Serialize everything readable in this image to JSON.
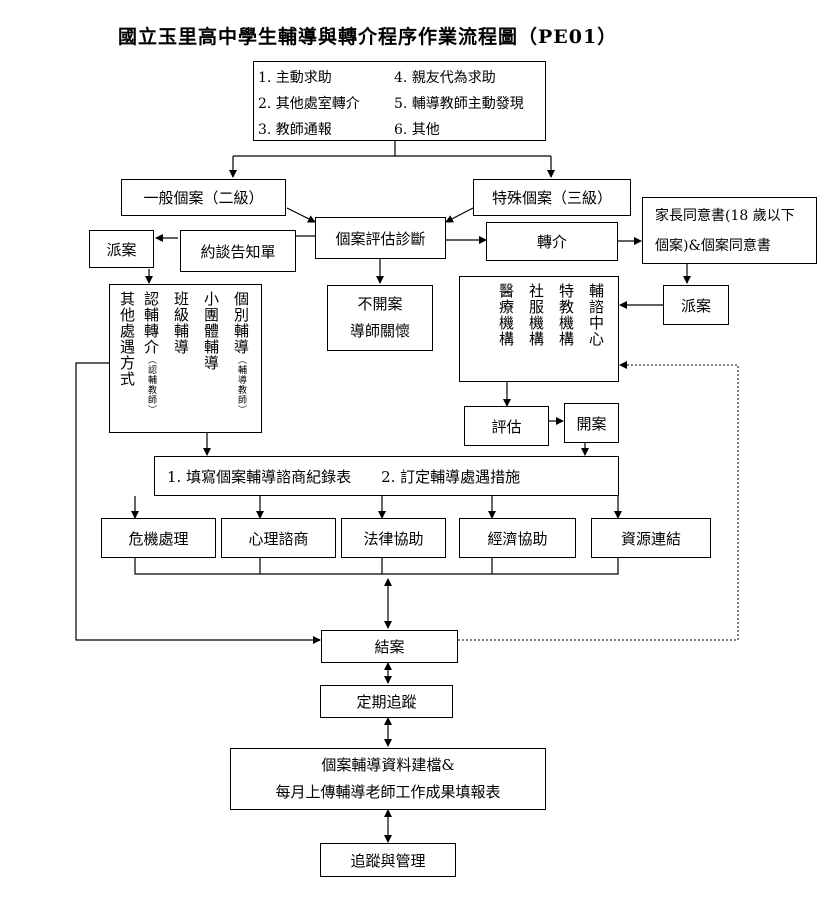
{
  "title": "國立玉里高中學生輔導與轉介程序作業流程圖（PE01）",
  "sources": [
    "1. 主動求助",
    "4. 親友代為求助",
    "2. 其他處室轉介",
    "5. 輔導教師主動發現",
    "3. 教師通報",
    "6. 其他"
  ],
  "general_case": "一般個案（二級）",
  "special_case": "特殊個案（三級）",
  "assessment": "個案評估診斷",
  "referral": "轉介",
  "consent": [
    "家長同意書(18 歲以下",
    "個案)&個案同意書"
  ],
  "dispatch_left": "派案",
  "dispatch_right": "派案",
  "notice": "約談告知單",
  "no_case": [
    "不開案",
    "導師關懷"
  ],
  "methods": [
    {
      "main": "個別輔導",
      "note": "（輔導教師）"
    },
    {
      "main": "小團體輔導",
      "note": ""
    },
    {
      "main": "班級輔導",
      "note": ""
    },
    {
      "main": "認輔轉介",
      "note": "（認輔教師）"
    },
    {
      "main": "其他處遇方式",
      "note": ""
    }
  ],
  "agencies": [
    "輔諮中心",
    "特教機構",
    "社服機構",
    "醫療機構"
  ],
  "evaluate": "評估",
  "open_case": "開案",
  "record_bar": "1. 填寫個案輔導諮商紀錄表　　2. 訂定輔導處遇措施",
  "services": [
    "危機處理",
    "心理諮商",
    "法律協助",
    "經濟協助",
    "資源連結"
  ],
  "close_case": "結案",
  "follow_up": "定期追蹤",
  "archive": [
    "個案輔導資料建檔&",
    "每月上傳輔導老師工作成果填報表"
  ],
  "track": "追蹤與管理"
}
